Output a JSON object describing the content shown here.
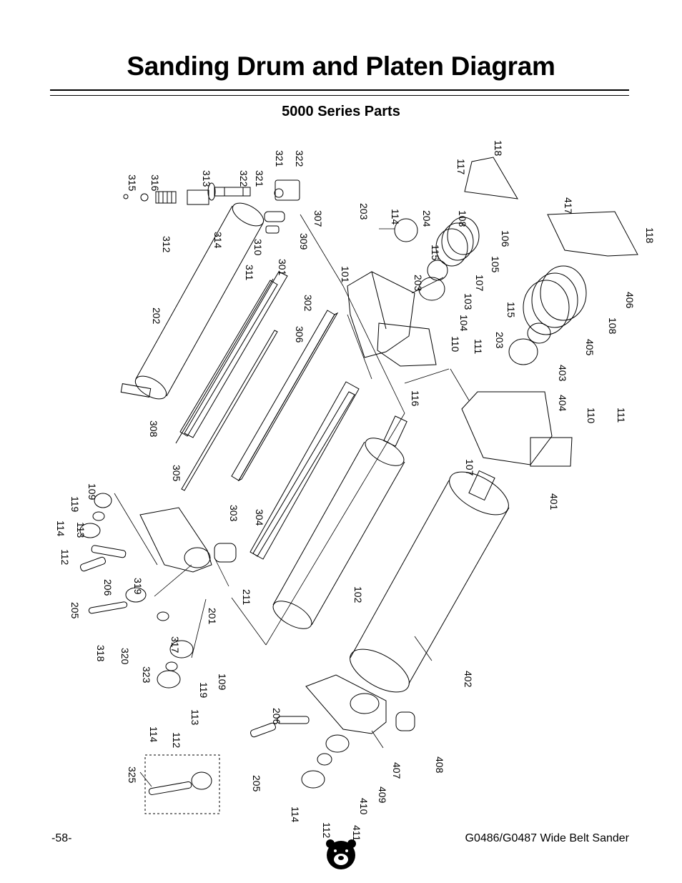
{
  "page": {
    "title": "Sanding Drum and Platen Diagram",
    "subtitle": "5000 Series Parts",
    "page_number": "-58-",
    "product": "G0486/G0487 Wide Belt Sander"
  },
  "logo": {
    "icon": "grizzly-bear-icon"
  },
  "callouts": [
    "315",
    "316",
    "313",
    "322",
    "321",
    "321",
    "322",
    "312",
    "314",
    "307",
    "310",
    "309",
    "301",
    "311",
    "118",
    "117",
    "203",
    "114",
    "204",
    "115",
    "108",
    "106",
    "105",
    "107",
    "417",
    "118",
    "203",
    "103",
    "104",
    "101",
    "302",
    "306",
    "202",
    "110",
    "111",
    "116",
    "115",
    "203",
    "406",
    "108",
    "405",
    "403",
    "404",
    "110",
    "111",
    "308",
    "305",
    "303",
    "304",
    "107",
    "401",
    "119",
    "109",
    "114",
    "113",
    "112",
    "206",
    "319",
    "205",
    "318",
    "201",
    "211",
    "102",
    "320",
    "317",
    "323",
    "109",
    "119",
    "113",
    "114",
    "112",
    "402",
    "206",
    "205",
    "408",
    "407",
    "409",
    "410",
    "114",
    "112",
    "411",
    "325"
  ]
}
